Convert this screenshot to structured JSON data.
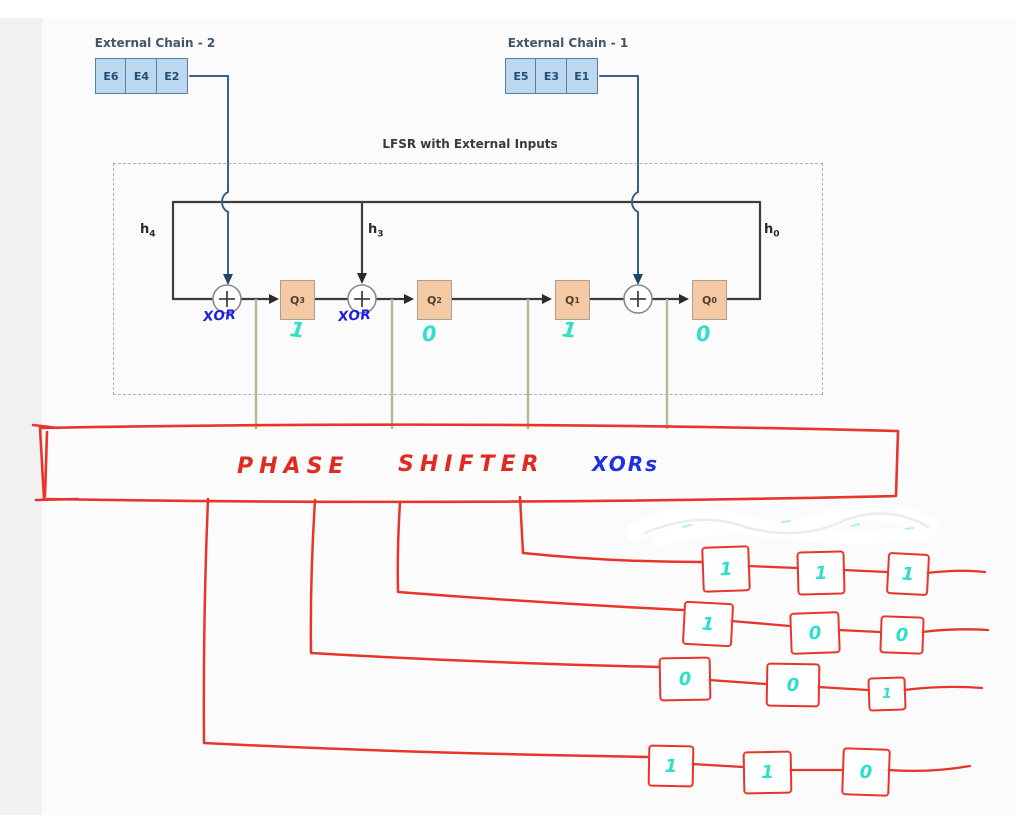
{
  "external_chains": [
    {
      "label": "External Chain - 2",
      "cells": [
        "E6",
        "E4",
        "E2"
      ]
    },
    {
      "label": "External Chain - 1",
      "cells": [
        "E5",
        "E3",
        "E1"
      ]
    }
  ],
  "lfsr": {
    "title": "LFSR with External Inputs",
    "taps": [
      {
        "base": "h",
        "sub": "4"
      },
      {
        "base": "h",
        "sub": "3"
      },
      {
        "base": "h",
        "sub": "0"
      }
    ],
    "xor_gate_labels": [
      "XOR",
      "XOR"
    ],
    "cells": [
      {
        "base": "Q",
        "sub": "3",
        "value": "1"
      },
      {
        "base": "Q",
        "sub": "2",
        "value": "0"
      },
      {
        "base": "Q",
        "sub": "1",
        "value": "1"
      },
      {
        "base": "Q",
        "sub": "0",
        "value": "0"
      }
    ]
  },
  "phase_shifter": {
    "word_phase": "PHASE",
    "word_shifter": "SHIFTER",
    "word_xors": "XORs"
  },
  "scan_chains": [
    {
      "bits": [
        "1",
        "1",
        "1"
      ]
    },
    {
      "bits": [
        "1",
        "0",
        "0"
      ]
    },
    {
      "bits": [
        "0",
        "0",
        "1"
      ]
    },
    {
      "bits": [
        "1",
        "1",
        "0"
      ]
    }
  ],
  "colors": {
    "chain_cell_fill": "#bdd7ee",
    "chain_cell_border": "#4f81ad",
    "lfsr_cell_fill": "#f5c9a4",
    "handwriting_red": "#e8352b",
    "handwriting_blue": "#1d1de4",
    "handwriting_cyan": "#2ee0c9",
    "wire_dark": "#3d3d3d",
    "wire_blue": "#35618e",
    "wire_green": "#a9bd8f"
  }
}
